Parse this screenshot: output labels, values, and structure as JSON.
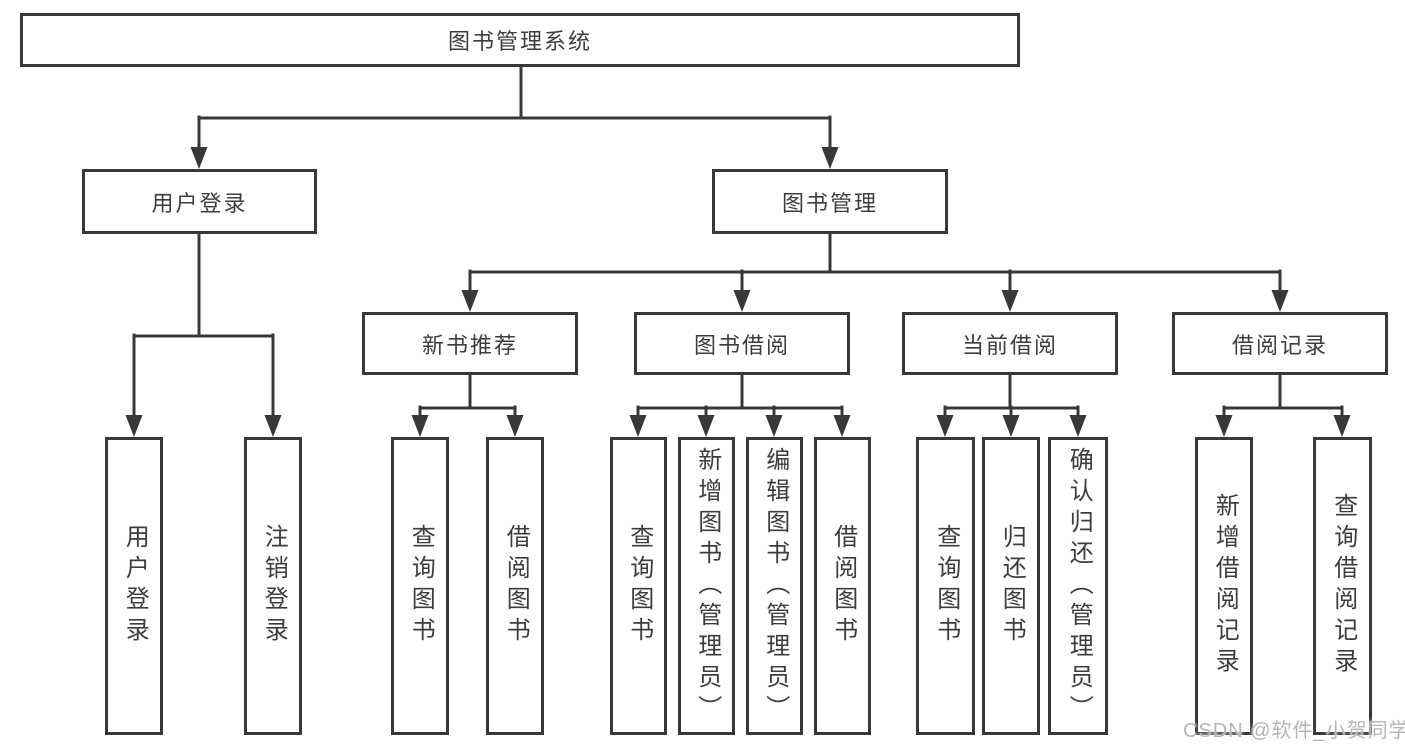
{
  "diagram": {
    "line_color": "#383838",
    "box_background": "#ffffff",
    "tree": {
      "label": "图书管理系统",
      "children": [
        {
          "label": "用户登录",
          "children": [
            {
              "label": "用户登录"
            },
            {
              "label": "注销登录"
            }
          ]
        },
        {
          "label": "图书管理",
          "children": [
            {
              "label": "新书推荐",
              "children": [
                {
                  "label": "查询图书"
                },
                {
                  "label": "借阅图书"
                }
              ]
            },
            {
              "label": "图书借阅",
              "children": [
                {
                  "label": "查询图书"
                },
                {
                  "label": "新增图书（管理员）"
                },
                {
                  "label": "编辑图书（管理员）"
                },
                {
                  "label": "借阅图书"
                }
              ]
            },
            {
              "label": "当前借阅",
              "children": [
                {
                  "label": "查询图书"
                },
                {
                  "label": "归还图书"
                },
                {
                  "label": "确认归还（管理员）"
                }
              ]
            },
            {
              "label": "借阅记录",
              "children": [
                {
                  "label": "新增借阅记录"
                },
                {
                  "label": "查询借阅记录"
                }
              ]
            }
          ]
        }
      ]
    }
  },
  "watermark": {
    "text": "CSDN @软件_小贺同学",
    "color": "#b5b5b5"
  }
}
